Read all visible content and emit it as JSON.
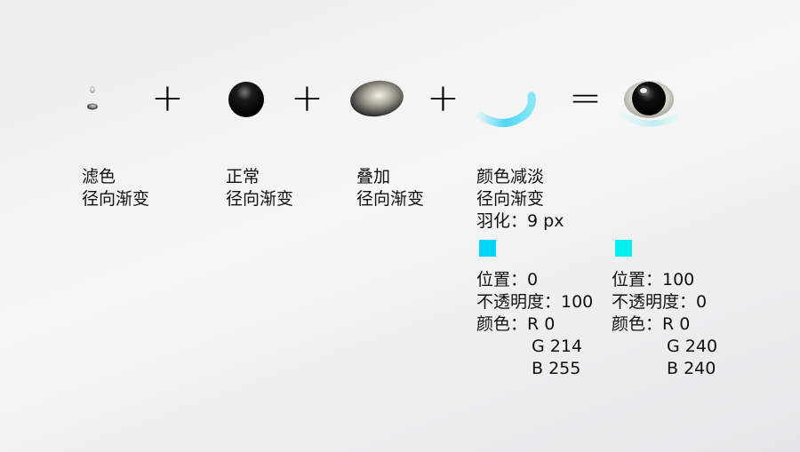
{
  "operators": {
    "plus": "+",
    "equals": "="
  },
  "layers": [
    {
      "blend": "滤色",
      "type": "径向渐变"
    },
    {
      "blend": "正常",
      "type": "径向渐变"
    },
    {
      "blend": "叠加",
      "type": "径向渐变"
    },
    {
      "blend": "颜色减淡",
      "type": "径向渐变",
      "feather": "羽化：9 px"
    }
  ],
  "stops": [
    {
      "color": "#00d6ff",
      "position": "位置：0",
      "opacity": "不透明度：100",
      "color_label": "颜色：R 0",
      "g": "G 214",
      "b": "B 255"
    },
    {
      "color": "#00f0f0",
      "position": "位置：100",
      "opacity": "不透明度：0",
      "color_label": "颜色：R 0",
      "g": "G 240",
      "b": "B 240"
    }
  ]
}
